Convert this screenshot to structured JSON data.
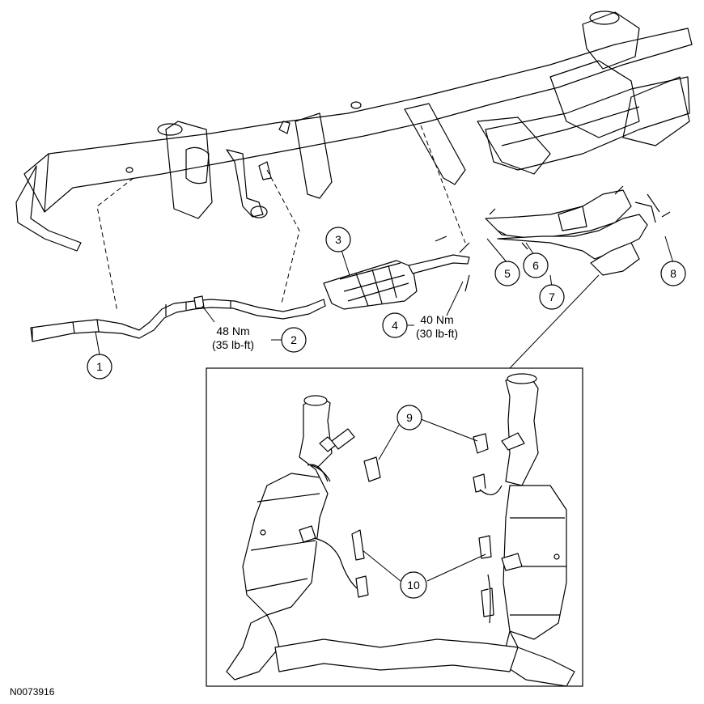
{
  "figure_id": "N0073916",
  "callouts": [
    "1",
    "2",
    "3",
    "4",
    "5",
    "6",
    "7",
    "8",
    "9",
    "10"
  ],
  "torques": {
    "t2": {
      "nm": "48 Nm",
      "lbft": "(35 lb-ft)"
    },
    "t4": {
      "nm": "40 Nm",
      "lbft": "(30 lb-ft)"
    }
  }
}
